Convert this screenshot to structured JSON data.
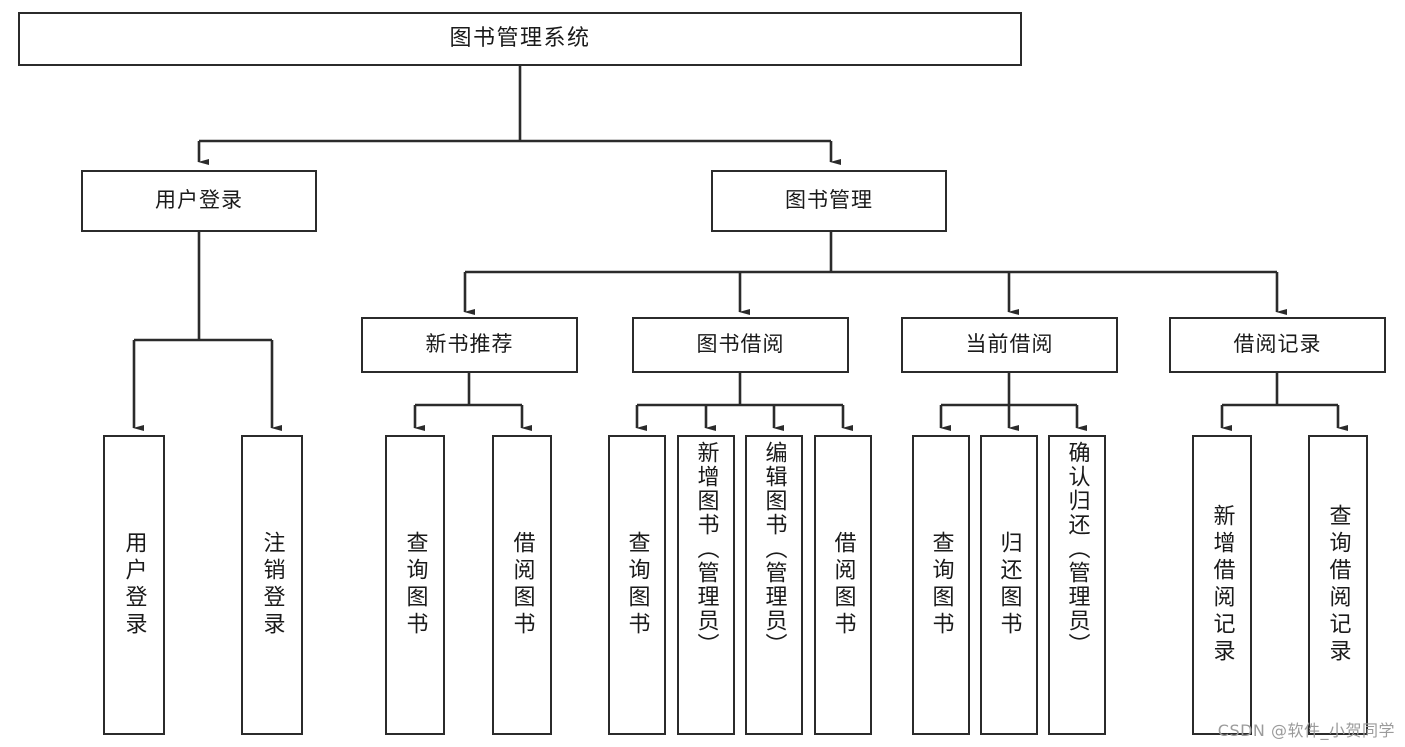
{
  "diagram": {
    "title": "图书管理系统",
    "type": "functional-structure-tree",
    "root": {
      "id": "root",
      "label": "图书管理系统"
    },
    "level2": [
      {
        "id": "user-login",
        "label": "用户登录"
      },
      {
        "id": "book-manage",
        "label": "图书管理"
      }
    ],
    "level3": [
      {
        "id": "new-book-recommend",
        "label": "新书推荐",
        "parent": "book-manage"
      },
      {
        "id": "book-borrow",
        "label": "图书借阅",
        "parent": "book-manage"
      },
      {
        "id": "current-borrow",
        "label": "当前借阅",
        "parent": "book-manage"
      },
      {
        "id": "borrow-record",
        "label": "借阅记录",
        "parent": "book-manage"
      }
    ],
    "leaves": [
      {
        "id": "leaf-user-login",
        "label": "用户登录",
        "parent": "user-login"
      },
      {
        "id": "leaf-user-logout",
        "label": "注销登录",
        "parent": "user-login"
      },
      {
        "id": "leaf-query-book-1",
        "label": "查询图书",
        "parent": "new-book-recommend"
      },
      {
        "id": "leaf-borrow-book-1",
        "label": "借阅图书",
        "parent": "new-book-recommend"
      },
      {
        "id": "leaf-query-book-2",
        "label": "查询图书",
        "parent": "book-borrow"
      },
      {
        "id": "leaf-add-book",
        "label": "新增图书（管理员）",
        "parent": "book-borrow"
      },
      {
        "id": "leaf-edit-book",
        "label": "编辑图书（管理员）",
        "parent": "book-borrow"
      },
      {
        "id": "leaf-borrow-book-2",
        "label": "借阅图书",
        "parent": "book-borrow"
      },
      {
        "id": "leaf-query-book-3",
        "label": "查询图书",
        "parent": "current-borrow"
      },
      {
        "id": "leaf-return-book",
        "label": "归还图书",
        "parent": "current-borrow"
      },
      {
        "id": "leaf-confirm-return",
        "label": "确认归还（管理员）",
        "parent": "current-borrow"
      },
      {
        "id": "leaf-add-record",
        "label": "新增借阅记录",
        "parent": "borrow-record"
      },
      {
        "id": "leaf-query-record",
        "label": "查询借阅记录",
        "parent": "borrow-record"
      }
    ],
    "colors": {
      "border": "#2b2b2b",
      "background": "#ffffff",
      "text": "#1a1a1a",
      "watermark": "#9b9b9b"
    }
  },
  "watermark": {
    "text": "CSDN @软件_小贺同学"
  }
}
